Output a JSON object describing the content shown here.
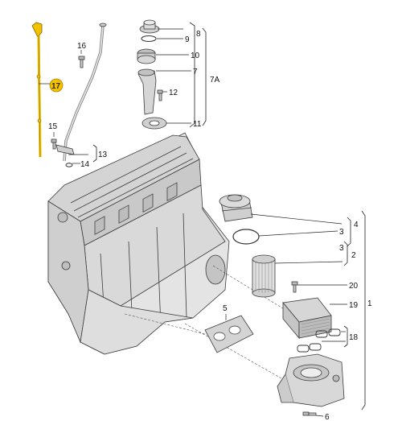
{
  "callouts": {
    "c17": "17",
    "c16": "16",
    "c15": "15",
    "c14": "14",
    "c13": "13",
    "c8": "8",
    "c9": "9",
    "c10": "10",
    "c7": "7",
    "c7a": "7A",
    "c12": "12",
    "c11": "11",
    "c4": "4",
    "c3a": "3",
    "c3b": "3",
    "c2": "2",
    "c20": "20",
    "c19": "19",
    "c1": "1",
    "c5": "5",
    "c18": "18",
    "c6": "6"
  },
  "colors": {
    "highlight": "#f2c200",
    "part_fill": "#e6e6e6",
    "part_shade": "#c8c8c8"
  }
}
